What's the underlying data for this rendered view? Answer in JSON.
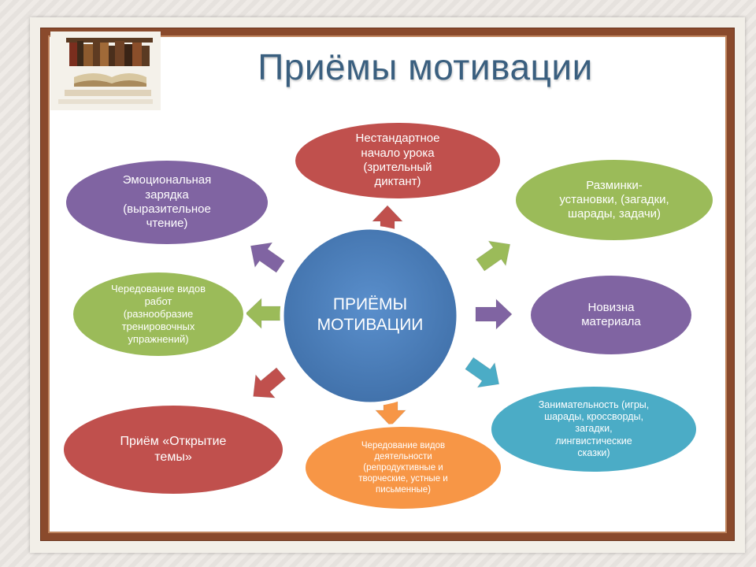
{
  "title": "Приёмы мотивации",
  "center": {
    "label": "ПРИЁМЫ\nМОТИВАЦИИ",
    "color": "#4f81bd"
  },
  "nodes": [
    {
      "id": "non-standard-start",
      "label": "Нестандартное\nначало урока\n(зрительный\nдиктант)",
      "color": "#c0504d"
    },
    {
      "id": "warmups",
      "label": "Разминки-\nустановки, (загадки,\nшарады, задачи)",
      "color": "#9bbb59"
    },
    {
      "id": "novelty",
      "label": "Новизна\nматериала",
      "color": "#8064a2"
    },
    {
      "id": "entertaining",
      "label": "Занимательность (игры,\nшарады, кроссворды,\nзагадки,\nлингвистические\nсказки)",
      "color": "#4bacc6"
    },
    {
      "id": "activity-alternation",
      "label": "Чередование видов\nдеятельности\n(репродуктивные и\nтворческие, устные и\nписьменные)",
      "color": "#f79646"
    },
    {
      "id": "topic-discovery",
      "label": "Приём «Открытие\nтемы»",
      "color": "#c0504d"
    },
    {
      "id": "work-alternation",
      "label": "Чередование видов\nработ\n(разнообразие\nтренировочных\nупражнений)",
      "color": "#9bbb59"
    },
    {
      "id": "emotional-charge",
      "label": "Эмоциональная\nзарядка\n(выразительное\nчтение)",
      "color": "#8064a2"
    }
  ]
}
